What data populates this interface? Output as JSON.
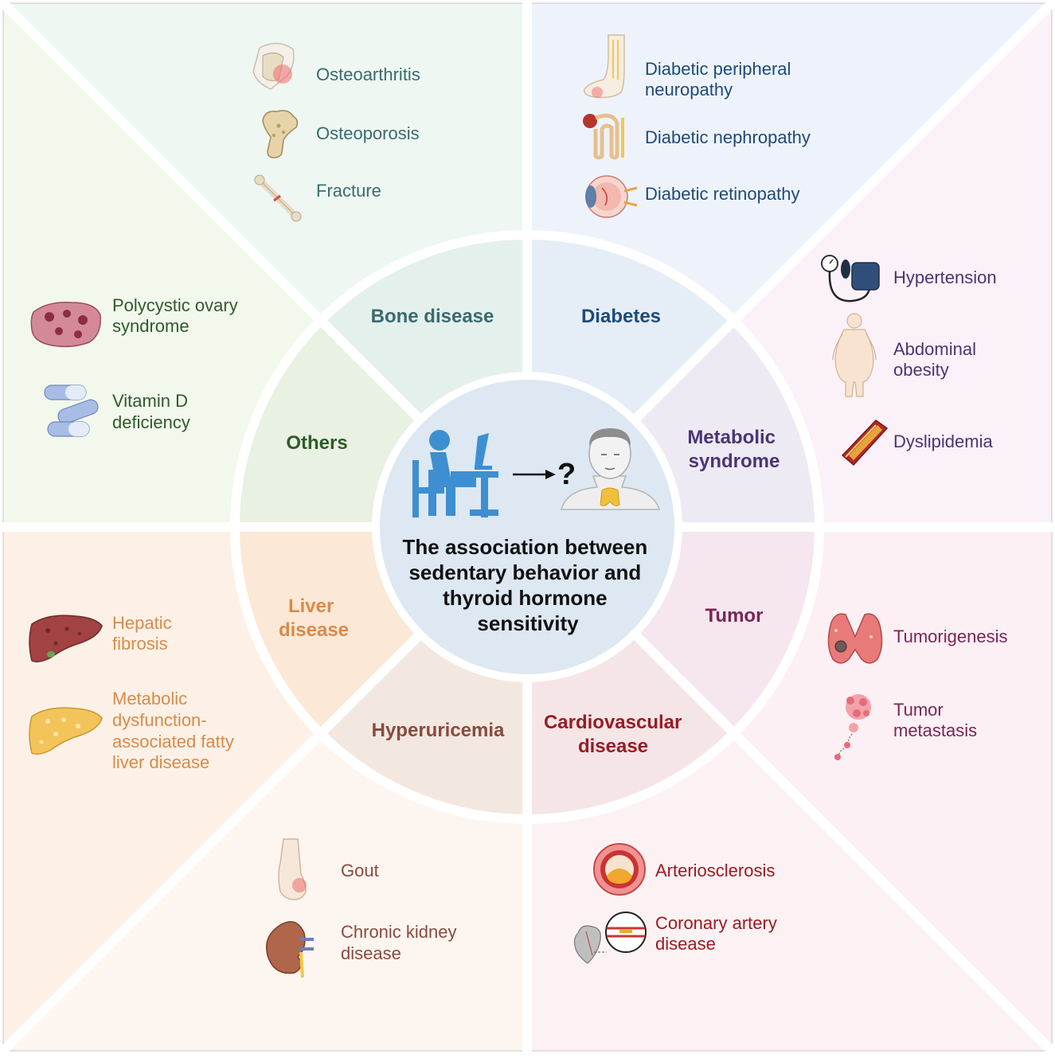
{
  "center": {
    "title_lines": [
      "The association between",
      "sedentary behavior and",
      "thyroid hormone",
      "sensitivity"
    ]
  },
  "colors": {
    "bone": "#3a6b6e",
    "diabetes": "#1d4a7a",
    "metabolic": "#4a3575",
    "tumor": "#7a2555",
    "cardiovascular": "#9a1b22",
    "hyperuricemia": "#8a4a3e",
    "liver": "#d98a4a",
    "others": "#2f5a2a",
    "center_fill": "#dde8f2",
    "icon_blue": "#3d8fd1"
  },
  "categories": {
    "bone": {
      "label_lines": [
        "Bone disease"
      ]
    },
    "diabetes": {
      "label_lines": [
        "Diabetes"
      ]
    },
    "metabolic": {
      "label_lines": [
        "Metabolic",
        "syndrome"
      ]
    },
    "tumor": {
      "label_lines": [
        "Tumor"
      ]
    },
    "cardiovascular": {
      "label_lines": [
        "Cardiovascular",
        "disease"
      ]
    },
    "hyperuricemia": {
      "label_lines": [
        "Hyperuricemia"
      ]
    },
    "liver": {
      "label_lines": [
        "Liver",
        "disease"
      ]
    },
    "others": {
      "label_lines": [
        "Others"
      ]
    }
  },
  "items": {
    "bone": [
      {
        "lines": [
          "Osteoarthritis"
        ],
        "icon": "knee-joint-icon"
      },
      {
        "lines": [
          "Osteoporosis"
        ],
        "icon": "femur-bone-icon"
      },
      {
        "lines": [
          "Fracture"
        ],
        "icon": "broken-bone-icon"
      }
    ],
    "diabetes": [
      {
        "lines": [
          "Diabetic peripheral",
          "neuropathy"
        ],
        "icon": "foot-icon"
      },
      {
        "lines": [
          "Diabetic nephropathy"
        ],
        "icon": "nephron-icon"
      },
      {
        "lines": [
          "Diabetic retinopathy"
        ],
        "icon": "eye-icon"
      }
    ],
    "metabolic": [
      {
        "lines": [
          "Hypertension"
        ],
        "icon": "blood-pressure-cuff-icon"
      },
      {
        "lines": [
          "Abdominal",
          "obesity"
        ],
        "icon": "obese-body-icon"
      },
      {
        "lines": [
          "Dyslipidemia"
        ],
        "icon": "artery-plaque-icon"
      }
    ],
    "tumor": [
      {
        "lines": [
          "Tumorigenesis"
        ],
        "icon": "thyroid-tumor-icon"
      },
      {
        "lines": [
          "Tumor",
          "metastasis"
        ],
        "icon": "metastasis-icon"
      }
    ],
    "cardiovascular": [
      {
        "lines": [
          "Arteriosclerosis"
        ],
        "icon": "artery-cross-section-icon"
      },
      {
        "lines": [
          "Coronary artery",
          "disease"
        ],
        "icon": "heart-icon"
      }
    ],
    "hyperuricemia": [
      {
        "lines": [
          "Gout"
        ],
        "icon": "gout-foot-icon"
      },
      {
        "lines": [
          "Chronic kidney",
          "disease"
        ],
        "icon": "kidney-icon"
      }
    ],
    "liver": [
      {
        "lines": [
          "Hepatic",
          "fibrosis"
        ],
        "icon": "fibrotic-liver-icon"
      },
      {
        "lines": [
          "Metabolic",
          "dysfunction-",
          "associated fatty",
          "liver disease"
        ],
        "icon": "fatty-liver-icon"
      }
    ],
    "others": [
      {
        "lines": [
          "Polycystic ovary",
          "syndrome"
        ],
        "icon": "ovary-icon"
      },
      {
        "lines": [
          "Vitamin D",
          "deficiency"
        ],
        "icon": "capsule-pills-icon"
      }
    ]
  }
}
